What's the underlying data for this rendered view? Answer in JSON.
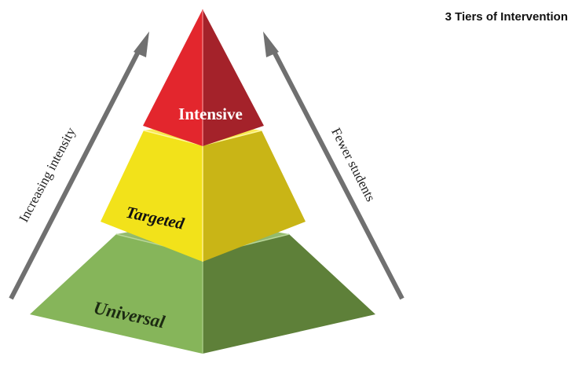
{
  "title": "3 Tiers of Intervention",
  "tiers": {
    "top": "Intensive",
    "middle": "Targeted",
    "bottom": "Universal"
  },
  "arrows": {
    "left": "Increasing intensity",
    "right": "Fewer students"
  },
  "colors": {
    "intensive_light": "#e3262d",
    "intensive_dark": "#a4222a",
    "targeted_light": "#f2e21a",
    "targeted_dark": "#c9b516",
    "universal_light": "#86b55a",
    "universal_dark": "#5c7e3a",
    "arrow": "#707070"
  }
}
